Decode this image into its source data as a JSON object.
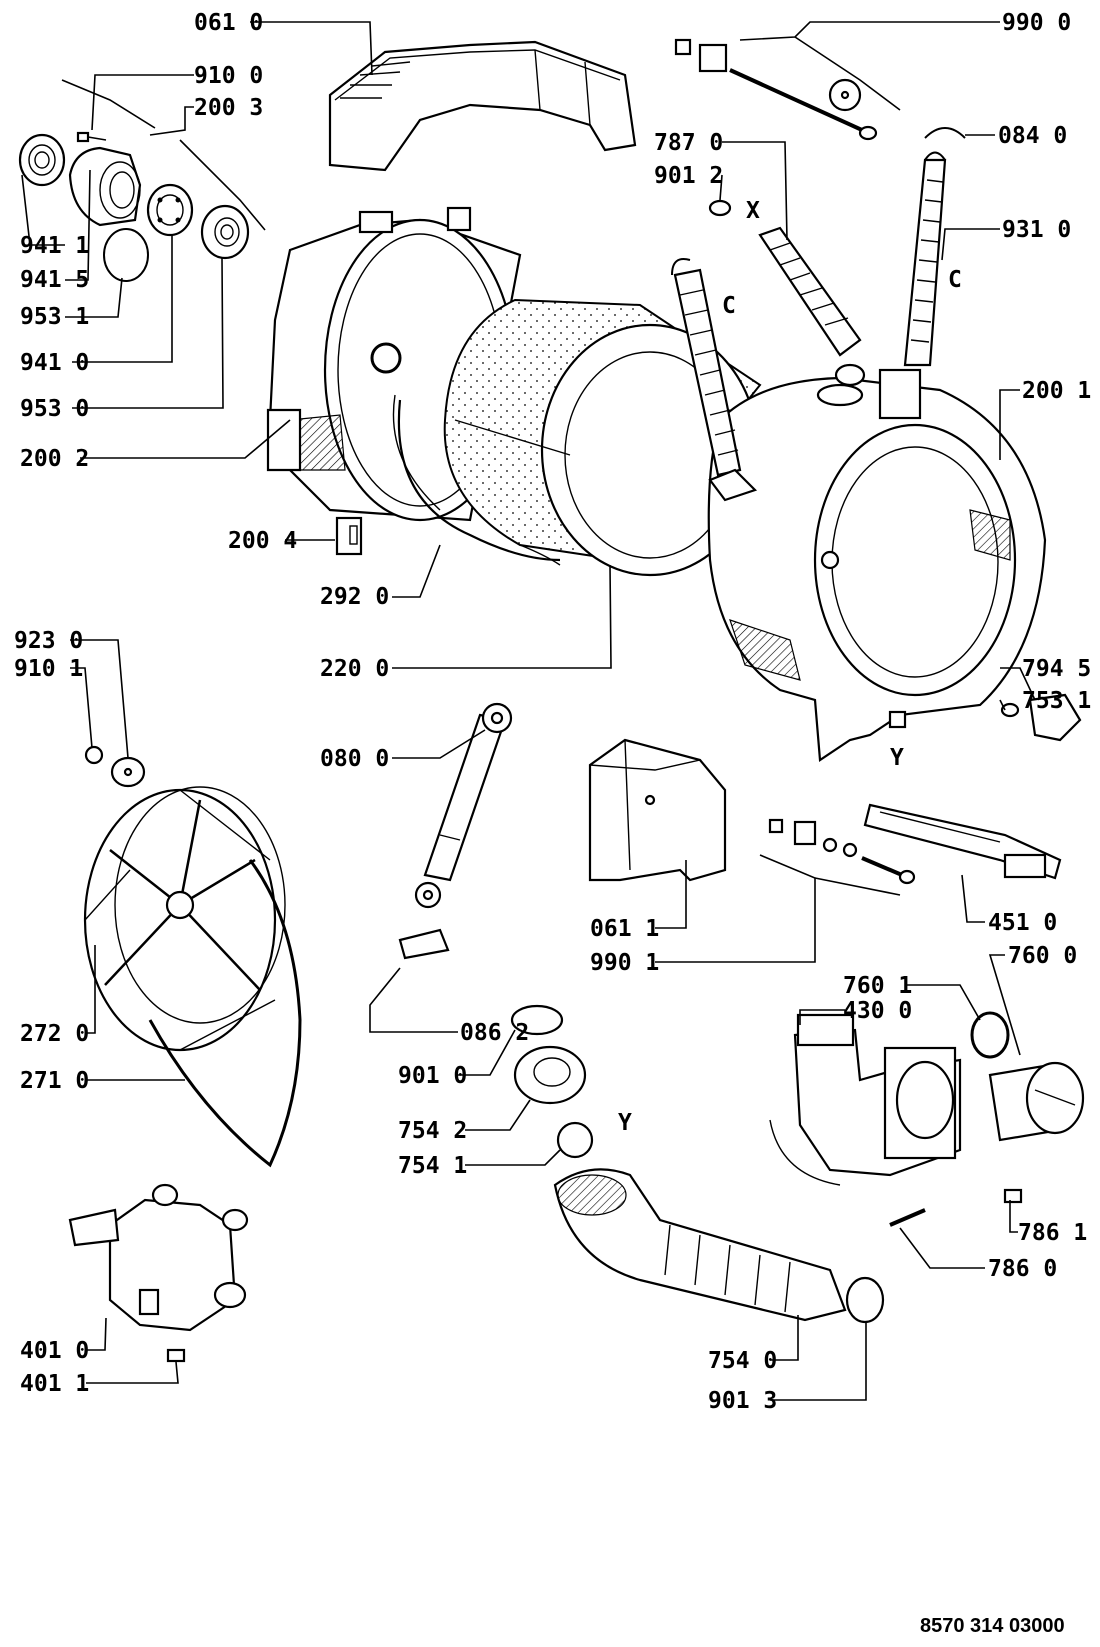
{
  "document_code": "8570 314 03000",
  "callouts": {
    "c0610": "061 0",
    "c9100": "910 0",
    "c2003": "200 3",
    "c9411": "941 1",
    "c9415": "941 5",
    "c9531": "953 1",
    "c9410": "941 0",
    "c9530": "953 0",
    "c2002": "200 2",
    "c2004": "200 4",
    "c2920": "292 0",
    "c2200": "220 0",
    "c9230": "923 0",
    "c9101": "910 1",
    "c0800": "080 0",
    "c2720": "272 0",
    "c2710": "271 0",
    "c0862": "086 2",
    "c9010": "901 0",
    "c7542": "754 2",
    "c7541": "754 1",
    "c4010": "401 0",
    "c4011": "401 1",
    "c9900": "990 0",
    "c0840": "084 0",
    "c7870": "787 0",
    "c9012": "901 2",
    "c9310": "931 0",
    "c2001": "200 1",
    "c7945": "794 5",
    "c7531": "753 1",
    "c0611": "061 1",
    "c9901": "990 1",
    "c4510": "451 0",
    "c7600": "760 0",
    "c7601": "760 1",
    "c4300": "430 0",
    "c7861": "786 1",
    "c7860": "786 0",
    "c7540": "754 0",
    "c9013": "901 3"
  },
  "markers": {
    "x_hose": "X",
    "c_left": "C",
    "c_right": "C",
    "y_tub": "Y",
    "y_sump": "Y"
  }
}
